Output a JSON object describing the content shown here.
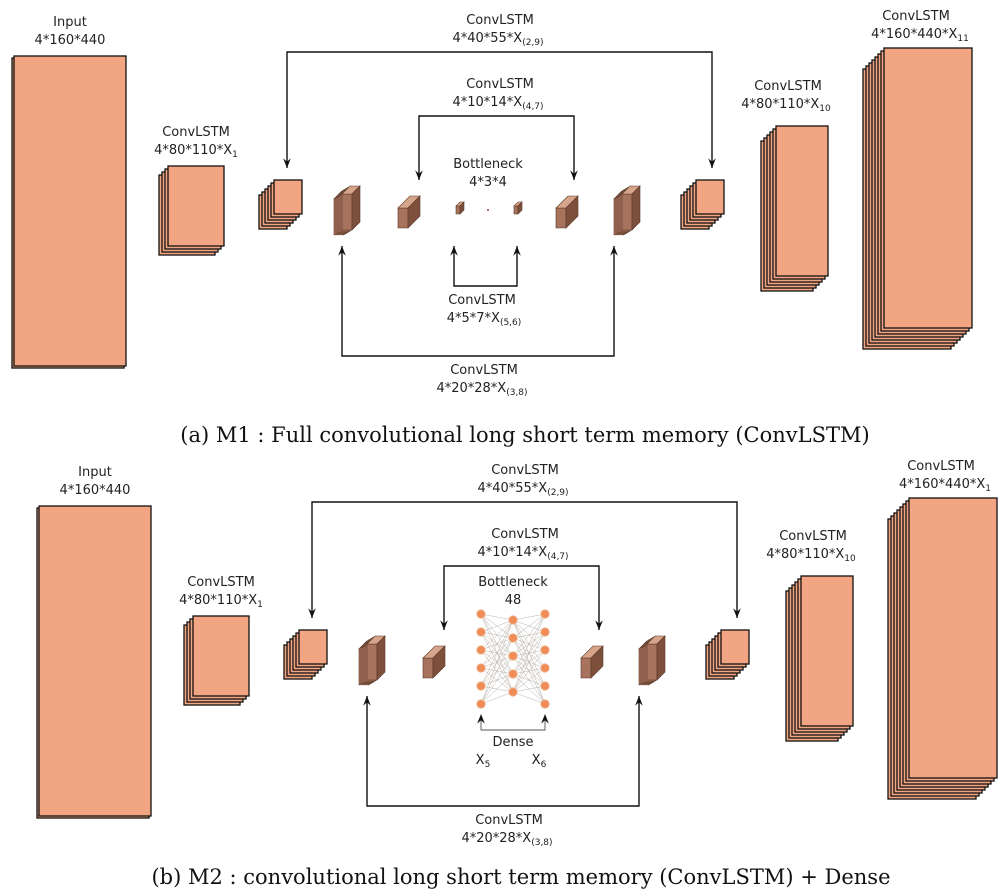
{
  "colors": {
    "block_fill": "#f2a582",
    "block_edge": "#111111",
    "thin_front": "#a8735c",
    "thin_top": "#d6a48a",
    "thin_side": "#7d503c",
    "node_fill": "#f08c55",
    "node_edge": "#f3c0a2",
    "line": "#111111"
  },
  "panels": [
    {
      "id": "a",
      "caption": "(a) M1 : Full convolutional long short term memory (ConvLSTM)",
      "input": {
        "title": "Input",
        "dims": "4*160*440"
      },
      "enc1": {
        "title": "ConvLSTM",
        "dims": "4*80*110*X",
        "sub": "1"
      },
      "dec10": {
        "title": "ConvLSTM",
        "dims": "4*80*110*X",
        "sub": "10"
      },
      "out": {
        "title": "ConvLSTM",
        "dims": "4*160*440*X",
        "sub": "11"
      },
      "skip29": {
        "title": "ConvLSTM",
        "dims": "4*40*55*X",
        "sub": "(2,9)"
      },
      "skip47": {
        "title": "ConvLSTM",
        "dims": "4*10*14*X",
        "sub": "(4,7)"
      },
      "skip38": {
        "title": "ConvLSTM",
        "dims": "4*20*28*X",
        "sub": "(3,8)"
      },
      "skip56": {
        "title": "ConvLSTM",
        "dims": "4*5*7*X",
        "sub": "(5,6)"
      },
      "bottleneck": {
        "title": "Bottleneck",
        "dims": "4*3*4"
      }
    },
    {
      "id": "b",
      "caption": "(b) M2 : convolutional long short term memory (ConvLSTM) + Dense",
      "input": {
        "title": "Input",
        "dims": "4*160*440"
      },
      "enc1": {
        "title": "ConvLSTM",
        "dims": "4*80*110*X",
        "sub": "1"
      },
      "dec10": {
        "title": "ConvLSTM",
        "dims": "4*80*110*X",
        "sub": "10"
      },
      "out": {
        "title": "ConvLSTM",
        "dims": "4*160*440*X",
        "sub": "1"
      },
      "skip29": {
        "title": "ConvLSTM",
        "dims": "4*40*55*X",
        "sub": "(2,9)"
      },
      "skip47": {
        "title": "ConvLSTM",
        "dims": "4*10*14*X",
        "sub": "(4,7)"
      },
      "skip38": {
        "title": "ConvLSTM",
        "dims": "4*20*28*X",
        "sub": "(3,8)"
      },
      "bottleneck": {
        "title": "Bottleneck",
        "dims": "48"
      },
      "dense": {
        "title": "Dense",
        "x5": "X",
        "x5_sub": "5",
        "x6": "X",
        "x6_sub": "6"
      }
    }
  ]
}
